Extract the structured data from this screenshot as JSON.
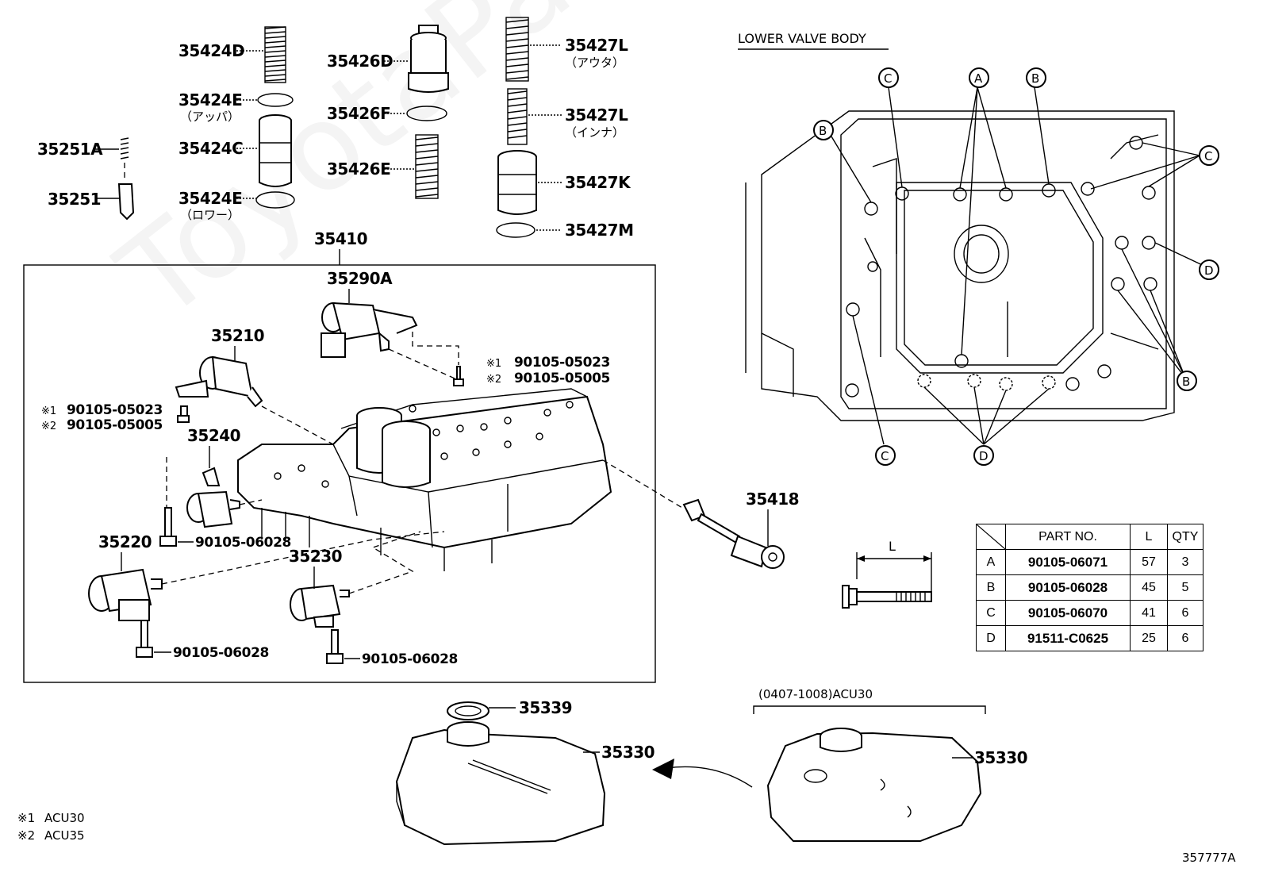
{
  "section_title": "LOWER VALVE BODY",
  "drawing_number": "357777A",
  "watermark": "ToyotaPartMaster",
  "notes": [
    {
      "mark": "※1",
      "text": "ACU30"
    },
    {
      "mark": "※2",
      "text": "ACU35"
    }
  ],
  "callouts": {
    "p35424D": "35424D",
    "p35424E_upper": "35424E",
    "p35424E_upper_note": "（アッパ）",
    "p35424C": "35424C",
    "p35424E_lower": "35424E",
    "p35424E_lower_note": "（ロワー）",
    "p35251A": "35251A",
    "p35251": "35251",
    "p35426D": "35426D",
    "p35426F": "35426F",
    "p35426E": "35426E",
    "p35427L_outer": "35427L",
    "p35427L_outer_note": "（アウタ）",
    "p35427L_inner": "35427L",
    "p35427L_inner_note": "（インナ）",
    "p35427K": "35427K",
    "p35427M": "35427M",
    "p35410": "35410",
    "p35290A": "35290A",
    "p35210": "35210",
    "p35240": "35240",
    "p35220": "35220",
    "p35230": "35230",
    "p35418": "35418",
    "p35339": "35339",
    "p35330_left": "35330",
    "p35330_right": "35330",
    "bolt_a1_mark": "※1",
    "bolt_a1_num": "90105-05023",
    "bolt_a2_mark": "※2",
    "bolt_a2_num": "90105-05005",
    "bolt_b1_mark": "※1",
    "bolt_b1_num": "90105-05023",
    "bolt_b2_mark": "※2",
    "bolt_b2_num": "90105-05005",
    "bolt_c": "90105-06028",
    "bolt_d": "90105-06028",
    "bolt_e": "90105-06028",
    "variant_note": "(0407-1008)ACU30",
    "dim_L": "L"
  },
  "bolt_letters": {
    "A": "A",
    "B": "B",
    "C": "C",
    "D": "D"
  },
  "table": {
    "headers": [
      "",
      "PART NO.",
      "L",
      "QTY"
    ],
    "rows": [
      {
        "key": "A",
        "part": "90105-06071",
        "l": "57",
        "qty": "3"
      },
      {
        "key": "B",
        "part": "90105-06028",
        "l": "45",
        "qty": "5"
      },
      {
        "key": "C",
        "part": "90105-06070",
        "l": "41",
        "qty": "6"
      },
      {
        "key": "D",
        "part": "91511-C0625",
        "l": "25",
        "qty": "6"
      }
    ]
  }
}
